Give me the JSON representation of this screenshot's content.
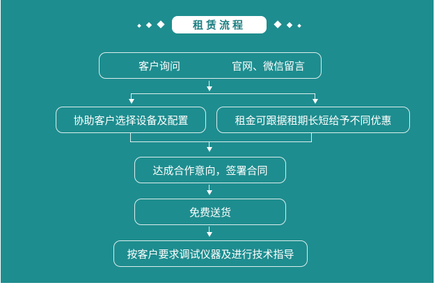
{
  "title": "租赁流程",
  "colors": {
    "background": "#1e8d8f",
    "title_text": "#1e7f82",
    "box_border": "#ffffff",
    "text": "#ffffff"
  },
  "flow": {
    "step1": {
      "left": "客户询问",
      "right": "官网、微信留言"
    },
    "step2": {
      "left": "协助客户选择设备及配置",
      "right": "租金可跟据租期长短给予不同优惠"
    },
    "step3": "达成合作意向，签署合同",
    "step4": "免费送货",
    "step5": "按客户要求调试仪器及进行技术指导"
  }
}
